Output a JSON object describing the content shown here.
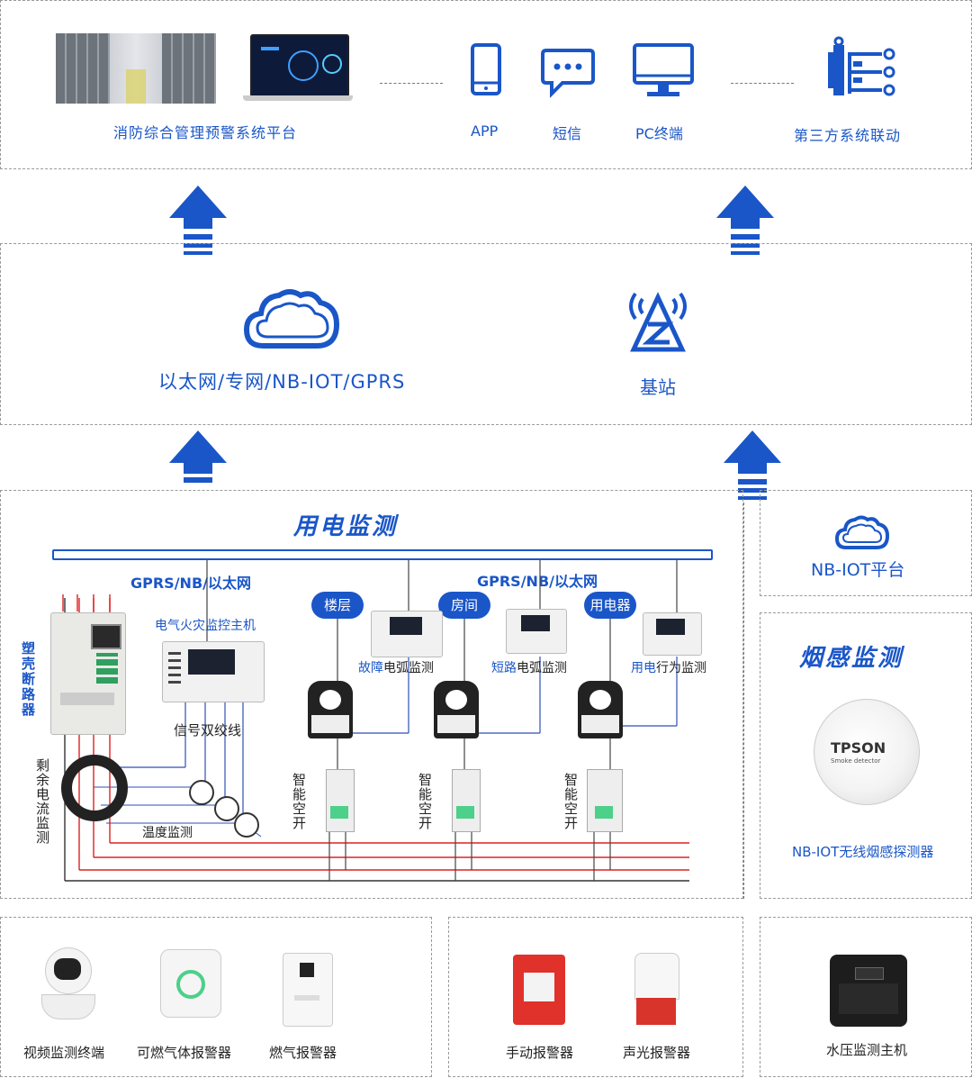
{
  "colors": {
    "accent": "#1a56c8",
    "wire_red": "#e02020",
    "wire_blue": "#2e4fb5",
    "wire_dark": "#333333"
  },
  "top": {
    "platform_label": "消防综合管理预警系统平台",
    "app_label": "APP",
    "sms_label": "短信",
    "pc_label": "PC终端",
    "third_party_label": "第三方系统联动",
    "icons": [
      "phone-icon",
      "message-icon",
      "monitor-icon",
      "linkage-icon"
    ]
  },
  "network": {
    "cloud_label": "以太网/专网/NB-IOT/GPRS",
    "station_label": "基站"
  },
  "power": {
    "title": "用电监测",
    "bus_label_left": "GPRS/NB/以太网",
    "bus_label_right": "GPRS/NB/以太网",
    "breaker_label": "塑壳断路器",
    "host_label": "电气火灾监控主机",
    "signal_label": "信号双绞线",
    "residual_label": "剩余电流监测",
    "temp_label": "温度监测",
    "pills": [
      "楼层",
      "房间",
      "用电器"
    ],
    "monitors": [
      {
        "pre": "故障",
        "post": "电弧监测"
      },
      {
        "pre": "短路",
        "post": "电弧监测"
      },
      {
        "pre": "用电",
        "post": "行为监测"
      }
    ],
    "switch_label": "智能空开"
  },
  "nbiot": {
    "label": "NB-IOT平台"
  },
  "smoke": {
    "title": "烟感监测",
    "device_brand": "TPSON",
    "device_sub": "Smoke detector",
    "label": "NB-IOT无线烟感探测器"
  },
  "bottom": {
    "group1": [
      "视频监测终端",
      "可燃气体报警器",
      "燃气报警器"
    ],
    "group2": [
      "手动报警器",
      "声光报警器"
    ],
    "group3": [
      "水压监测主机"
    ]
  }
}
